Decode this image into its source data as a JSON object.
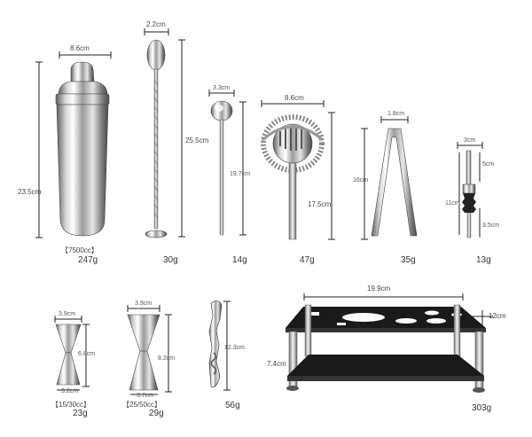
{
  "items": [
    {
      "name": "shaker",
      "dims": [
        "8.6cm",
        "23.5cm"
      ],
      "capacity": "【7500cc】",
      "weight": "247g"
    },
    {
      "name": "bar-spoon",
      "dims": [
        "2.2cm",
        "25.5cm"
      ],
      "weight": "30g"
    },
    {
      "name": "muddler-spoon",
      "dims": [
        "3.3cm",
        "19.7cm"
      ],
      "weight": "14g"
    },
    {
      "name": "strainer",
      "dims": [
        "8.6cm",
        "17.5cm"
      ],
      "weight": "47g"
    },
    {
      "name": "ice-tongs",
      "dims": [
        "1.8cm",
        "16cm"
      ],
      "weight": "35g"
    },
    {
      "name": "pourer",
      "dims": [
        "3cm",
        "5cm",
        "11cm",
        "3.5cm"
      ],
      "weight": "13g"
    },
    {
      "name": "jigger-small",
      "dims": [
        "3.9cm",
        "6.8cm",
        "3.2cm"
      ],
      "capacity": "【15/30cc】",
      "weight": "23g"
    },
    {
      "name": "jigger-large",
      "dims": [
        "3.9cm",
        "8.2cm",
        "3.7cm"
      ],
      "capacity": "【25/50cc】",
      "weight": "29g"
    },
    {
      "name": "wine-key",
      "dims": [
        "12.3cm"
      ],
      "weight": "56g"
    },
    {
      "name": "stand",
      "dims": [
        "19.9cm",
        "12cm",
        "7.4cm"
      ],
      "weight": "303g"
    }
  ],
  "colors": {
    "steel_light": "#f2f2f2",
    "steel_dark": "#6a6a6a",
    "acrylic": "#1a1a1a",
    "dim_line": "#222222"
  }
}
